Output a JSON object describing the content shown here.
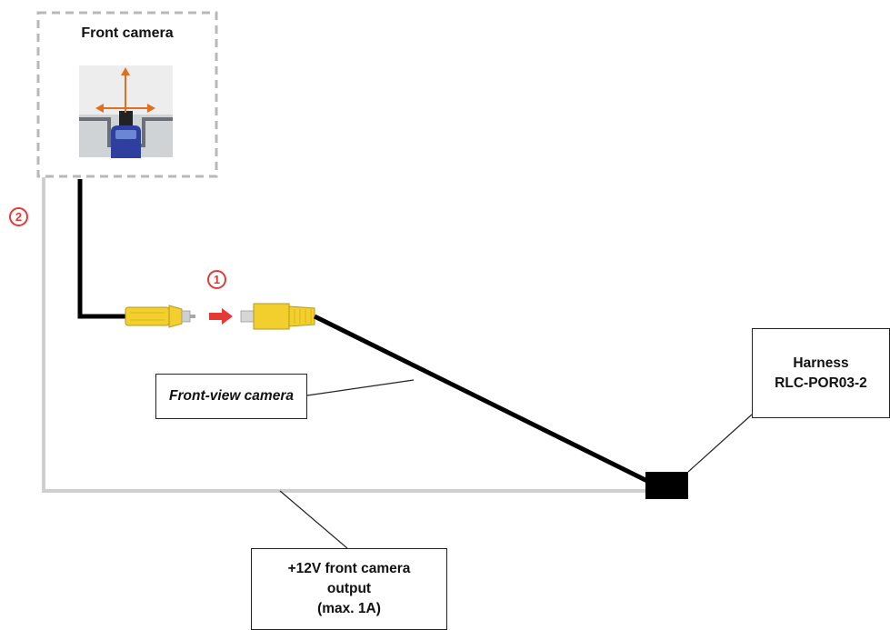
{
  "front_camera": {
    "title": "Front camera"
  },
  "labels": {
    "front_view_camera": "Front-view camera",
    "harness_line1": "Harness",
    "harness_line2": "RLC-POR03-2",
    "power_line1": "+12V front camera",
    "power_line2": "output",
    "power_line3": "(max. 1A)"
  },
  "markers": {
    "step1": "1",
    "step2": "2"
  },
  "colors": {
    "cable": "#000000",
    "power_wire": "#cfcfcf",
    "connector_yellow": "#f2cf2c",
    "arrow_red": "#e53935",
    "marker_red": "#e53935",
    "icon_orange": "#e07020",
    "icon_blue": "#2e3f9e"
  }
}
